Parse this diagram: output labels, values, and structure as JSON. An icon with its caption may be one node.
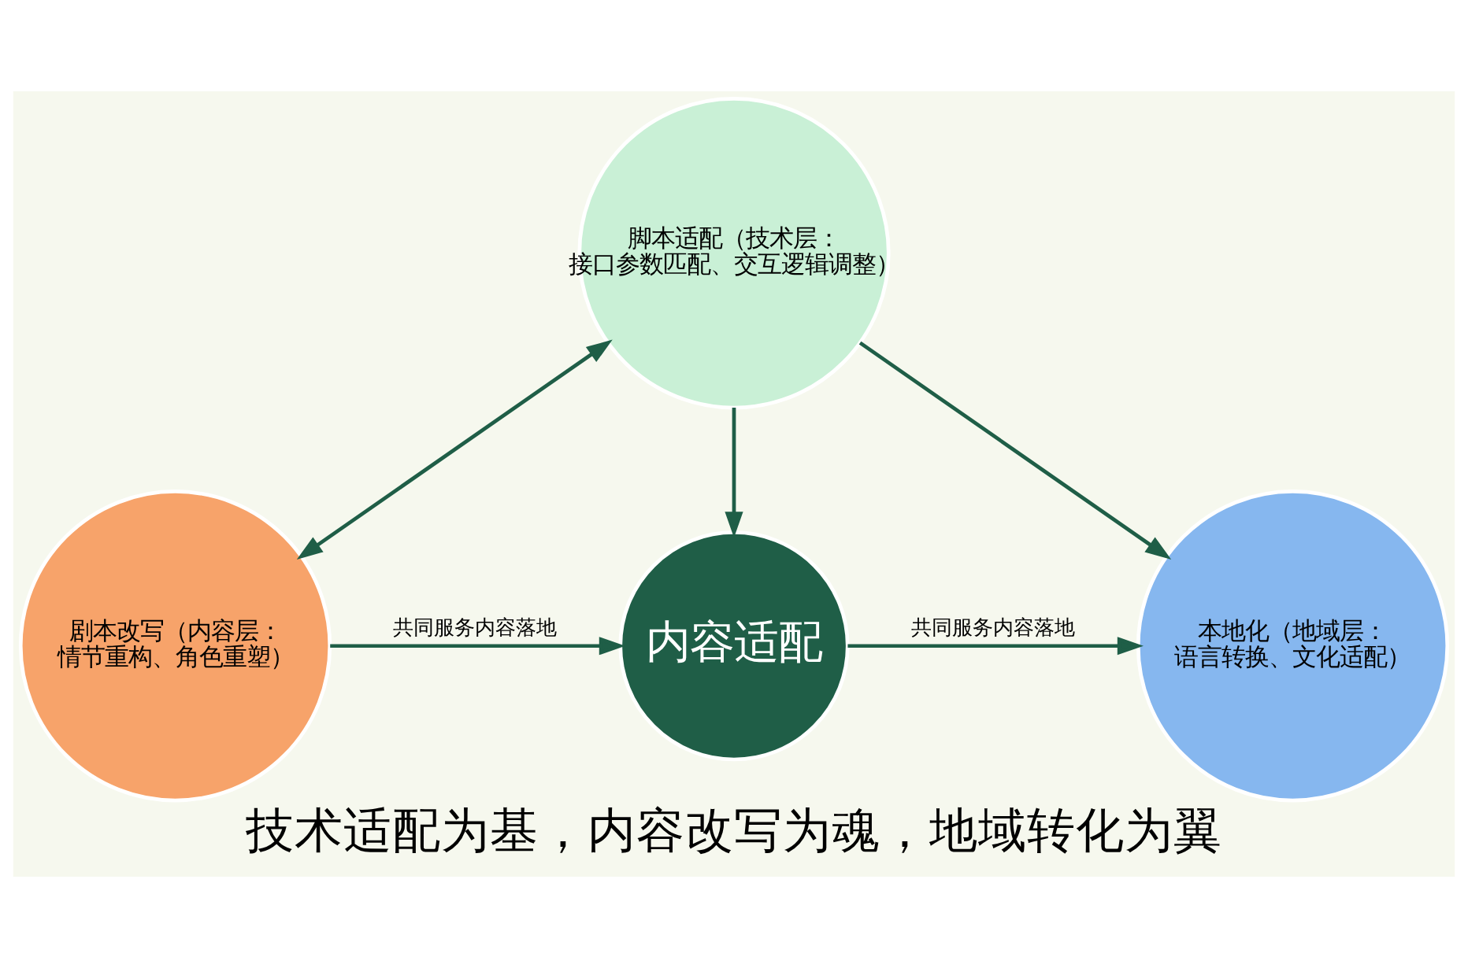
{
  "diagram": {
    "caption": "技术适配为基，内容改写为魂，地域转化为翼",
    "nodes": [
      {
        "text": [
          "脚本适配（技术层：",
          "接口参数匹配、交互逻辑调整）"
        ]
      },
      {
        "text": [
          "剧本改写（内容层：",
          "情节重构、角色重塑）"
        ]
      },
      {
        "text": [
          "内容适配"
        ]
      },
      {
        "text": [
          "本地化（地域层：",
          "语言转换、文化适配）"
        ]
      }
    ],
    "edges": [
      {
        "from": 0,
        "to": 1,
        "arrow": "both"
      },
      {
        "from": 0,
        "to": 3,
        "arrow": "to"
      },
      {
        "from": 0,
        "to": 2,
        "arrow": "to"
      },
      {
        "from": 1,
        "to": 2,
        "arrow": "to",
        "label": "共同服务内容落地"
      },
      {
        "from": 2,
        "to": 3,
        "arrow": "to",
        "label": "共同服务内容落地"
      }
    ]
  }
}
